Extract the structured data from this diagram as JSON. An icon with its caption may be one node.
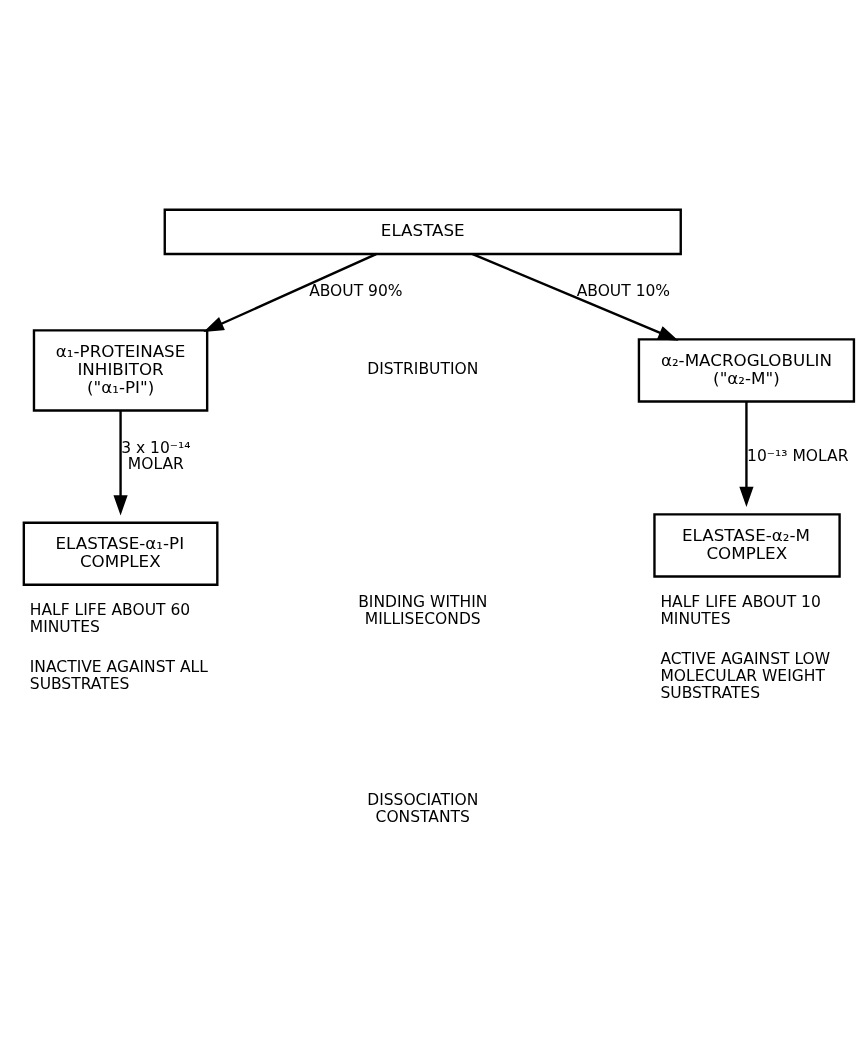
{
  "diagram": {
    "nodes": [
      {
        "text": [
          "ELASTASE"
        ]
      },
      {
        "text": [
          "α₁-PROTEINASE INHIBITOR (\"α₁-PI\")"
        ]
      },
      {
        "text": [
          "α₂-MACROGLOBULIN (\"α₂-M\")"
        ]
      },
      {
        "text": [
          "ELASTASE-α₁-PI COMPLEX"
        ],
        "beside": [
          "HALF LIFE ABOUT 60 MINUTES",
          "INACTIVE AGAINST ALL SUBSTRATES"
        ]
      },
      {
        "text": [
          "ELASTASE-α₂-M COMPLEX"
        ],
        "beside": [
          "HALF LIFE ABOUT 10 MINUTES",
          "ACTIVE AGAINST LOW MOLECULAR WEIGHT SUBSTRATES"
        ]
      }
    ],
    "edges": [
      {
        "from": 0,
        "to": 1,
        "arrow": "to",
        "label": "ABOUT 90%"
      },
      {
        "from": 0,
        "to": 2,
        "arrow": "to",
        "label": "ABOUT 10%"
      },
      {
        "from": 1,
        "to": 3,
        "arrow": "to",
        "label": "3 x 10⁻¹⁴ MOLAR"
      },
      {
        "from": 2,
        "to": 4,
        "arrow": "to",
        "label": "10⁻¹³ MOLAR"
      }
    ],
    "labels": [
      "DISTRIBUTION",
      "BINDING WITHIN MILLISECONDS",
      "DISSOCIATION CONSTANTS"
    ]
  }
}
